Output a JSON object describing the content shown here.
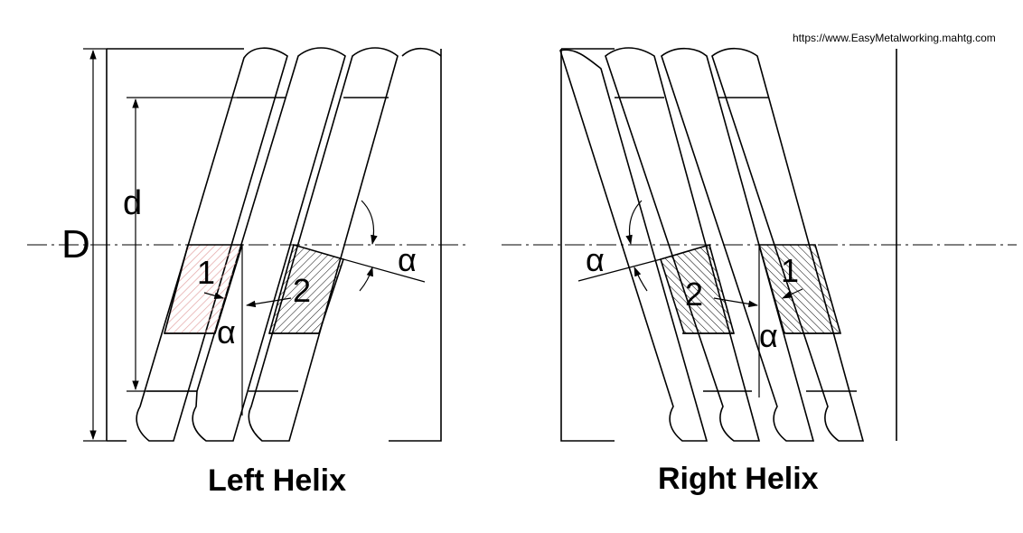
{
  "url_text": "https://www.EasyMetalworking.mahtg.com",
  "left": {
    "caption": "Left Helix",
    "label_outer_diameter": "D",
    "label_inner_diameter": "d",
    "label_section_1": "1",
    "label_section_2": "2",
    "label_angle_outer": "α",
    "label_angle_inner": "α"
  },
  "right": {
    "caption": "Right Helix",
    "label_section_1": "1",
    "label_section_2": "2",
    "label_angle_outer": "α",
    "label_angle_inner": "α"
  },
  "colors": {
    "line": "#000000",
    "hatch_section_1_left": "#e4a5a5",
    "hatch_section": "#000000",
    "background": "#ffffff"
  }
}
